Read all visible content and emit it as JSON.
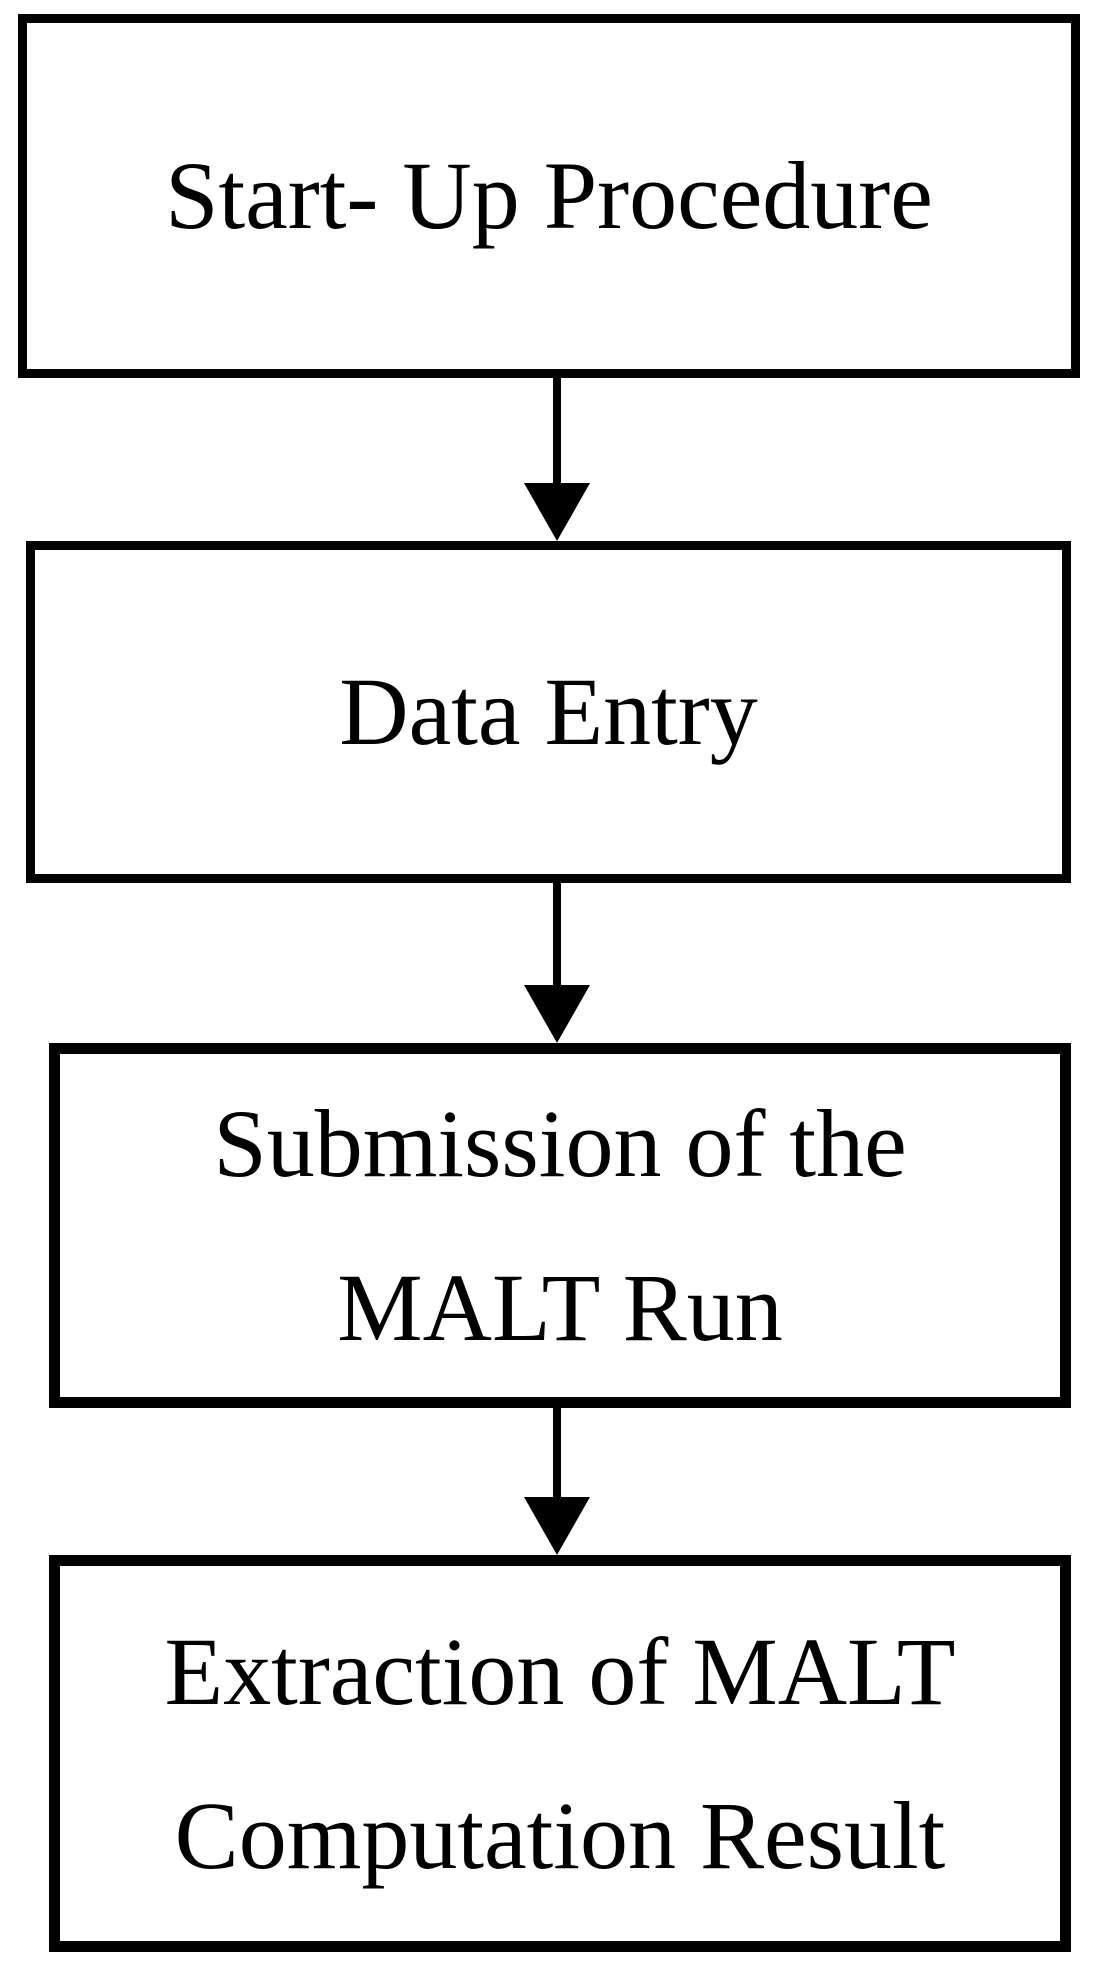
{
  "flowchart": {
    "type": "flowchart",
    "direction": "top-down",
    "colors": {
      "background": "#ffffff",
      "box_border": "#000000",
      "text": "#000000",
      "arrow": "#000000"
    },
    "steps": [
      {
        "id": "start-up-procedure",
        "lines": [
          "Start- Up Procedure",
          ""
        ]
      },
      {
        "id": "data-entry",
        "lines": [
          "Data Entry",
          ""
        ]
      },
      {
        "id": "submission-of-malt-run",
        "lines": [
          "Submission of the",
          "MALT Run"
        ]
      },
      {
        "id": "extraction-of-malt-result",
        "lines": [
          "Extraction of MALT",
          "Computation Result"
        ]
      }
    ],
    "connectors": [
      {
        "from": "start-up-procedure",
        "to": "data-entry",
        "shape": "arrow-down"
      },
      {
        "from": "data-entry",
        "to": "submission-of-malt-run",
        "shape": "arrow-down"
      },
      {
        "from": "submission-of-malt-run",
        "to": "extraction-of-malt-result",
        "shape": "arrow-down"
      }
    ]
  }
}
